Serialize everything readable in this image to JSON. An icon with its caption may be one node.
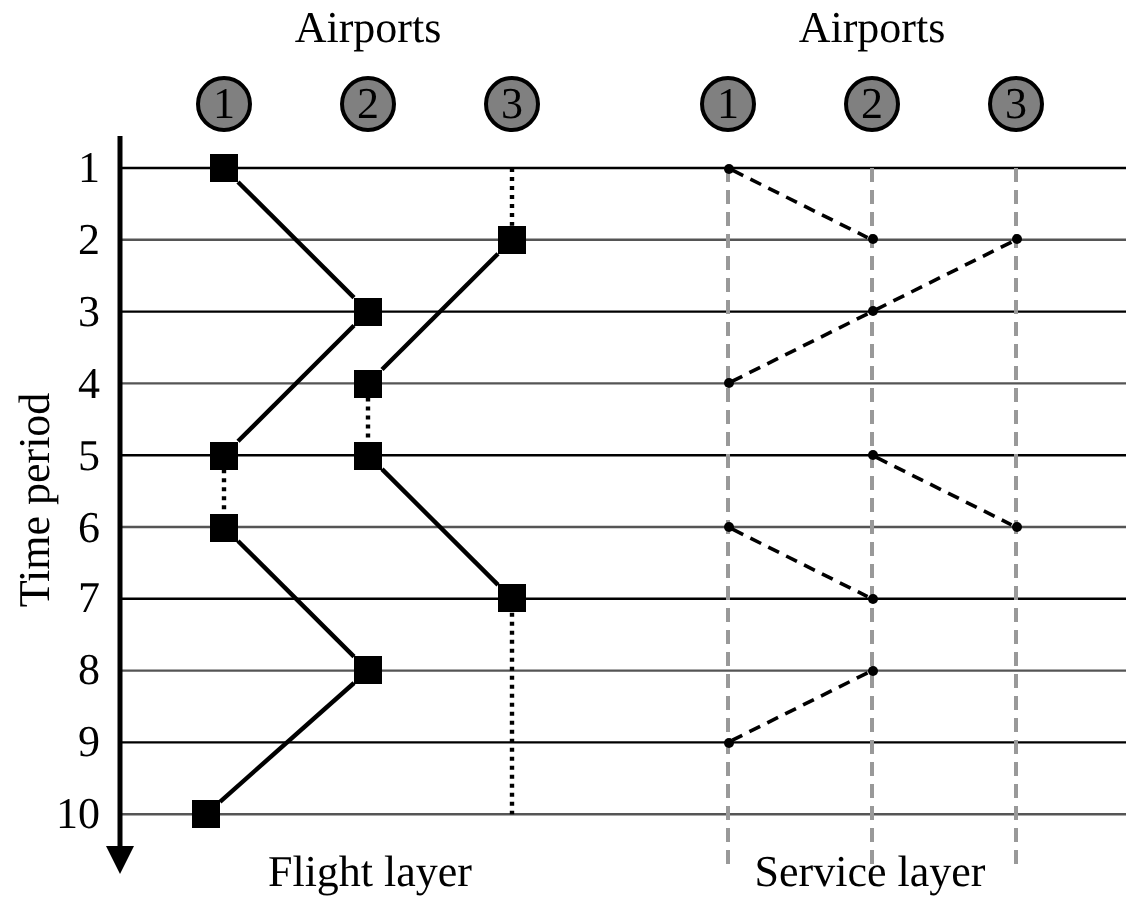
{
  "diagram": {
    "nodes": [
      {
        "text": [
          "1"
        ]
      },
      {
        "text": [
          "2"
        ]
      },
      {
        "text": [
          "3"
        ]
      },
      {
        "text": [
          "1"
        ]
      },
      {
        "text": [
          "2"
        ]
      },
      {
        "text": [
          "3"
        ]
      },
      {
        "text": [],
        "shape": "box"
      },
      {
        "text": [],
        "shape": "box"
      },
      {
        "text": [],
        "shape": "box"
      },
      {
        "text": [],
        "shape": "box"
      },
      {
        "text": [],
        "shape": "box"
      },
      {
        "text": [],
        "shape": "box"
      },
      {
        "text": [],
        "shape": "box"
      },
      {
        "text": [],
        "shape": "box"
      },
      {
        "text": [],
        "shape": "box"
      },
      {
        "text": [],
        "shape": "box"
      },
      {
        "text": [],
        "shape": "circle"
      },
      {
        "text": [],
        "shape": "circle"
      },
      {
        "text": [],
        "shape": "circle"
      },
      {
        "text": [],
        "shape": "circle"
      },
      {
        "text": [],
        "shape": "circle"
      },
      {
        "text": [],
        "shape": "circle"
      },
      {
        "text": [],
        "shape": "circle"
      },
      {
        "text": [],
        "shape": "circle"
      },
      {
        "text": [],
        "shape": "circle"
      },
      {
        "text": [],
        "shape": "circle"
      },
      {
        "text": [],
        "shape": "circle"
      }
    ],
    "edges": [
      {
        "from": 6,
        "to": 8,
        "arrow": "none"
      },
      {
        "from": 8,
        "to": 10,
        "arrow": "none"
      },
      {
        "from": 7,
        "to": 9,
        "arrow": "none"
      },
      {
        "from": 9,
        "to": 11,
        "arrow": "none",
        "style": "dashed"
      },
      {
        "from": 10,
        "to": 12,
        "arrow": "none",
        "style": "dashed"
      },
      {
        "from": 11,
        "to": 13,
        "arrow": "none"
      },
      {
        "from": 12,
        "to": 14,
        "arrow": "none"
      },
      {
        "from": 14,
        "to": 15,
        "arrow": "none"
      },
      {
        "from": null,
        "to": 7,
        "arrow": "none",
        "style": "dashed"
      },
      {
        "from": 13,
        "to": null,
        "arrow": "none",
        "style": "dashed"
      },
      {
        "from": 16,
        "to": 17,
        "arrow": "none",
        "style": "dashed"
      },
      {
        "from": 18,
        "to": 19,
        "arrow": "none",
        "style": "dashed"
      },
      {
        "from": 19,
        "to": 20,
        "arrow": "none",
        "style": "dashed"
      },
      {
        "from": 21,
        "to": 23,
        "arrow": "none",
        "style": "dashed"
      },
      {
        "from": 22,
        "to": 24,
        "arrow": "none",
        "style": "dashed"
      },
      {
        "from": 25,
        "to": 26,
        "arrow": "none",
        "style": "dashed"
      }
    ],
    "labels": [
      "Airports",
      "Airports",
      "1",
      "2",
      "3",
      "4",
      "5",
      "6",
      "7",
      "8",
      "9",
      "10",
      "Time period",
      "Flight layer",
      "Service layer"
    ]
  }
}
